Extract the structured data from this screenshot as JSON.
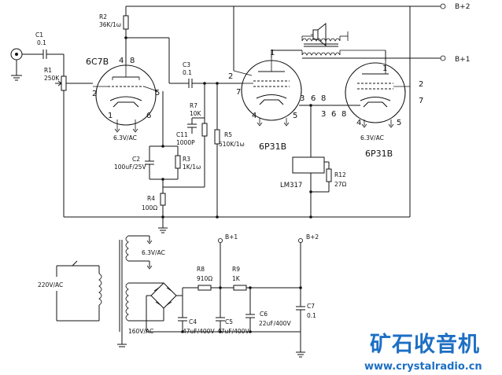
{
  "rails": {
    "b2": "B+2",
    "b1": "B+1"
  },
  "tubes": {
    "v1": {
      "name": "6C7B",
      "pins": {
        "p4": "4",
        "p8": "8",
        "p2": "2",
        "p5": "5",
        "p1": "1",
        "p6": "6"
      },
      "heater": "6.3V/AC"
    },
    "v2": {
      "name": "6P31B",
      "pins": {
        "p1": "1",
        "p2": "2",
        "p7": "7",
        "p3": "3",
        "p6": "6",
        "p8": "8",
        "p4": "4",
        "p5": "5"
      }
    },
    "v3": {
      "name": "6P31B",
      "pins": {
        "p1": "1",
        "p2": "2",
        "p7": "7",
        "p3": "3",
        "p6": "6",
        "p8": "8",
        "p4": "4",
        "p5": "5"
      },
      "heater": "6.3V/AC"
    }
  },
  "components": {
    "c1": {
      "ref": "C1",
      "value": "0.1"
    },
    "r1": {
      "ref": "R1",
      "value": "250K"
    },
    "r2": {
      "ref": "R2",
      "value": "36K/1ω"
    },
    "c3": {
      "ref": "C3",
      "value": "0.1"
    },
    "r7": {
      "ref": "R7",
      "value": "10K"
    },
    "c11": {
      "ref": "C11",
      "value": "1000P"
    },
    "r5": {
      "ref": "R5",
      "value": "510K/1ω"
    },
    "c2": {
      "ref": "C2",
      "value": "100uF/25V"
    },
    "r3": {
      "ref": "R3",
      "value": "1K/1ω"
    },
    "r4": {
      "ref": "R4",
      "value": "100Ω"
    },
    "reg": {
      "ref": "LM317"
    },
    "r12": {
      "ref": "R12",
      "value": "27Ω"
    },
    "r8": {
      "ref": "R8",
      "value": "910Ω"
    },
    "r9": {
      "ref": "R9",
      "value": "1K"
    },
    "c4": {
      "ref": "C4",
      "value": "47uF/400V"
    },
    "c5": {
      "ref": "C5",
      "value": "47uF/400V"
    },
    "c6": {
      "ref": "C6",
      "value": "22uF/400V"
    },
    "c7": {
      "ref": "C7",
      "value": "0.1"
    }
  },
  "power": {
    "mains": "220V/AC",
    "heater_secondary": "6.3V/AC",
    "ht_secondary": "160V/AC",
    "b1": "B+1",
    "b2": "B+2"
  },
  "logo": {
    "name": "矿石收音机",
    "url": "www.crystalradio.cn"
  },
  "colors": {
    "line": "#111111",
    "logo": "#1d6fc4",
    "background": "#ffffff"
  }
}
